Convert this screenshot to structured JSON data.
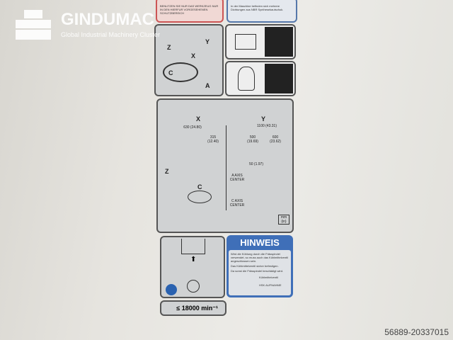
{
  "watermark": {
    "name": "GINDUMAC",
    "tagline": "Global Industrial Machinery Cluster"
  },
  "labels": {
    "warning_top_left": "BENUTZEN SIE NUR DAS WERKZEUG NUR IN DEN HIERFUR VORGESEHENEN SCHUTZBEREICH",
    "info_top_right": "In der Maschine befinden sich mehrere Dichtungen aus NBR Synthesekautschuk.",
    "axes_label": {
      "x": "X",
      "y": "Y",
      "z": "Z",
      "c": "C",
      "a": "A"
    },
    "diagram": {
      "x": "X",
      "y": "Y",
      "z": "Z",
      "c": "C",
      "dim_630": "630 (24.80)",
      "dim_315": "315 (12.40)",
      "dim_1100": "1100 (43.31)",
      "dim_500": "500 (19.69)",
      "dim_600": "600 (23.62)",
      "dim_50": "50 (1.97)",
      "a_axis": "A AXIS CENTER",
      "c_axis": "C AXIS CENTER",
      "unit": "mm (in)"
    },
    "hinweis": {
      "title": "HINWEIS",
      "line1": "Wird die Kühlung durch die Frässpindel verwendet, so muss auch das Kühlmittelventil angeschlossen sein.",
      "line2": "Das Kühlmittelventil sicher befestigen.",
      "line3": "Da sonst die Frässpindel beschädigt wird.",
      "callout1": "Kühlmittelventil",
      "callout2": "HSK AUFNAHME"
    },
    "speed": "≤ 18000 min⁻¹"
  },
  "serial": "56889-20337015"
}
